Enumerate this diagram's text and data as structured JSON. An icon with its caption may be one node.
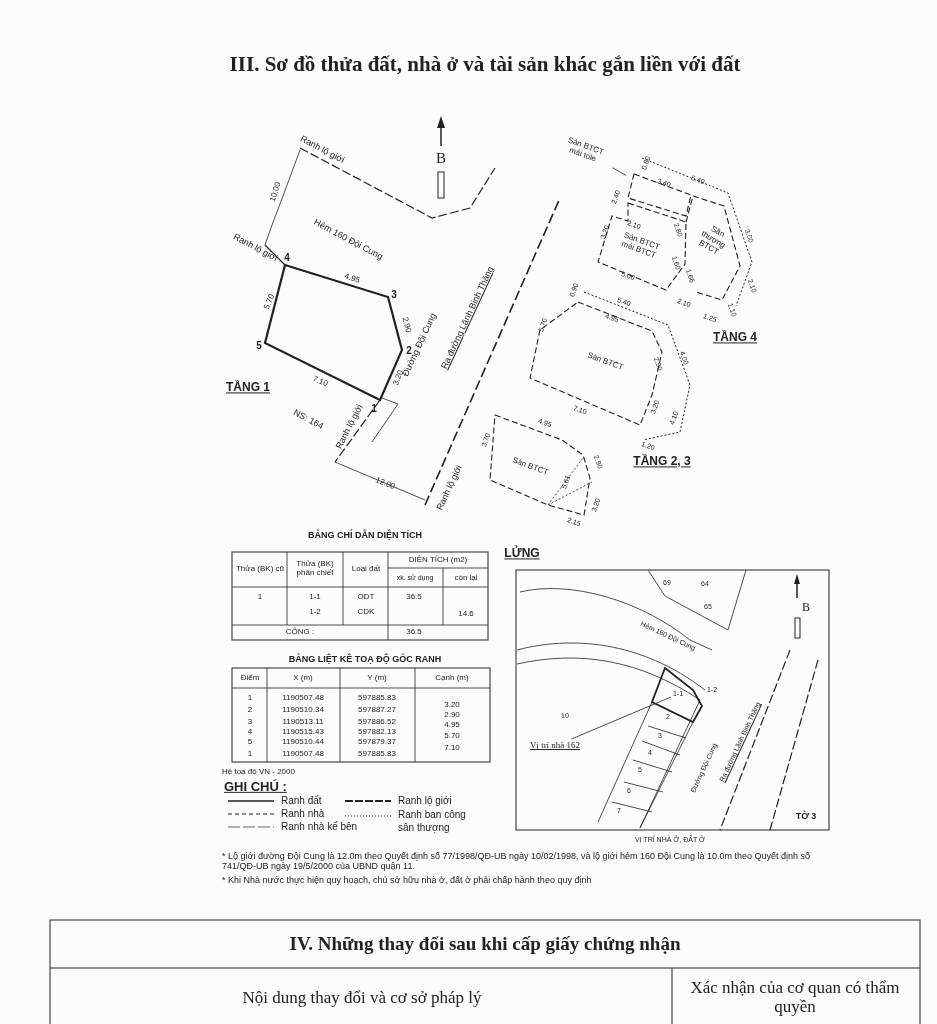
{
  "diagram": {
    "title": "III. Sơ đồ thửa đất, nhà ở và tài sản khác gắn liền với đất",
    "nodes": [
      {
        "text": [
          "Sàn BTCT mái tole"
        ]
      },
      {
        "text": [
          "Vị trí nhà 162"
        ]
      },
      {
        "text": [
          "1-1"
        ]
      },
      {
        "text": [],
        "shape": "box"
      }
    ],
    "edges": [
      {
        "from": 0,
        "to": 3,
        "arrow": "none"
      },
      {
        "from": 1,
        "to": 2,
        "arrow": "none"
      }
    ],
    "labels": [
      "B",
      "Ranh lộ giới",
      "10.00",
      "Hẻm 160 Đội Cung",
      "Ranh lộ giới",
      "4",
      "4.95",
      "3",
      "5.70",
      "2.90",
      "5",
      "2",
      "7.10",
      "3.20",
      "1",
      "TẦNG 1",
      "NS: 164",
      "Ranh lộ giới",
      "Đường Đội Cung",
      "Ra đường Lãnh Binh Thăng",
      "12.00",
      "Ranh lộ giới",
      "0.80",
      "2.40",
      "3.40",
      "5.40",
      "2.10",
      "3.20",
      "Sàn BTCT mái BTCT",
      "2.80",
      "Sân thượng BTCT",
      "3.00",
      "1.60",
      "5.00",
      "1.66",
      "2.10",
      "2.10",
      "1.10",
      "1.25",
      "TẦNG 4",
      "0.90",
      "5.40",
      "4.95",
      "5.70",
      "Sàn BTCT",
      "2.90",
      "4.00",
      "7.10",
      "3.20",
      "4.10",
      "1.20",
      "TẦNG 2, 3",
      "3.70",
      "4.95",
      "Sàn BTCT",
      "5.61",
      "2.90",
      "3.20",
      "2.15",
      "LỬNG",
      "BẢNG CHỈ DẪN DIỆN TÍCH",
      "Thửa (BK) cũ",
      "Thửa (BK) phân chiết",
      "Loại đất",
      "DIỆN TÍCH (m2)",
      "xk. sử dụng",
      "còn lại",
      "1",
      "1-1",
      "ODT",
      "36.5",
      "1-2",
      "CDK",
      "14.6",
      "CỘNG :",
      "36.5",
      "BẢNG LIỆT KÊ TOẠ ĐỘ GÓC RANH",
      "Điểm",
      "X (m)",
      "Y (m)",
      "Cạnh (m)",
      "1",
      "1190507.48",
      "597885.83",
      "2",
      "1190510.34",
      "597887.27",
      "3",
      "1190513.11",
      "597886.52",
      "4",
      "1190515.43",
      "597882.13",
      "5",
      "1190510.44",
      "597879.37",
      "1",
      "1190507.48",
      "597885.83",
      "3.20",
      "2.90",
      "4.95",
      "5.70",
      "7.10",
      "Hệ toạ độ VN - 2000",
      "GHI CHÚ :",
      "* Lộ giới đường Đội Cung là 12.0m theo Quyết định số 77/1998/QĐ-UB ngày 10/02/1998, và lộ giới hẻm 160 Đội Cung là 10.0m theo Quyết định số 741/QĐ-UB ngày 19/5/2000 của UBND quận 11.",
      "* Khi Nhà nước thực hiện quy hoạch, chủ sở hữu nhà ở, đất ở phải chấp hành theo quy định",
      "69",
      "64",
      "65",
      "Hẻm 160 Đội Cung",
      "B",
      "10",
      "1-2",
      "2",
      "3",
      "4",
      "5",
      "6",
      "7",
      "Đường Đội Cung",
      "Ra đường Lãnh Binh Thăng",
      "TỜ 3",
      "VỊ TRÍ NHÀ Ở, ĐẤT Ở",
      "IV. Những thay đổi sau khi cấp giấy chứng nhận",
      "Nội dung thay đổi và cơ sở pháp lý",
      "Xác nhận của cơ quan có thẩm quyền"
    ],
    "legend": [
      {
        "text": "Ranh đất"
      },
      {
        "text": "Ranh lộ giới"
      },
      {
        "text": "Ranh nhà"
      },
      {
        "text": "Ranh ban công sân thượng"
      },
      {
        "text": "Ranh nhà kế bên"
      }
    ]
  }
}
